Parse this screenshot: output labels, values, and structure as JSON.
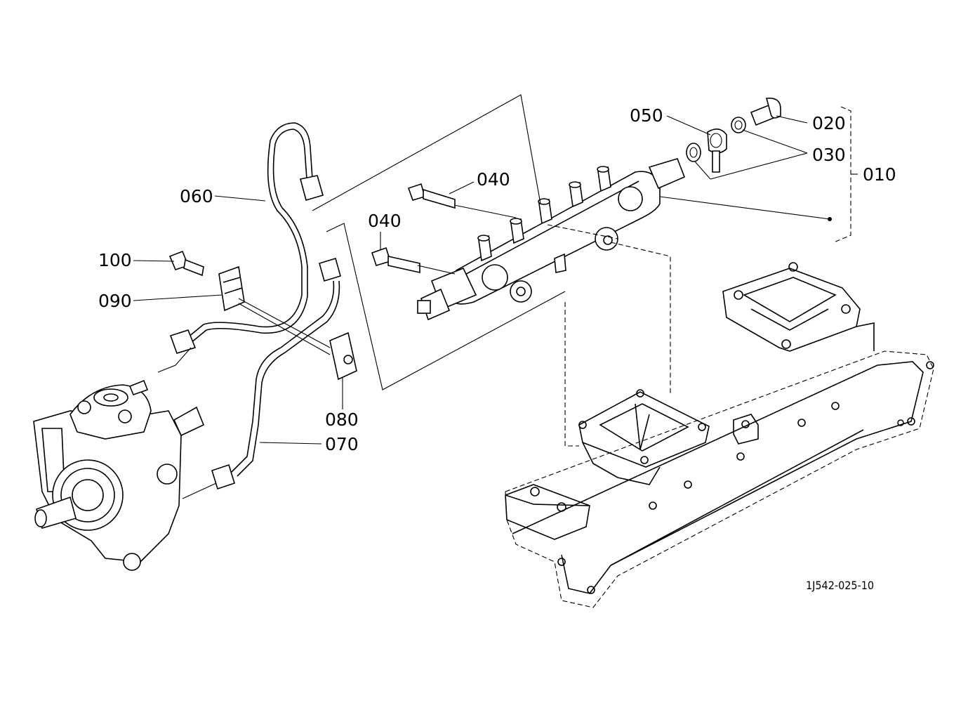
{
  "callouts": {
    "c010": "010",
    "c020": "020",
    "c030": "030",
    "c040a": "040",
    "c040b": "040",
    "c050": "050",
    "c060": "060",
    "c070": "070",
    "c080": "080",
    "c090": "090",
    "c100": "100"
  },
  "figure_code": "1J542-025-10"
}
